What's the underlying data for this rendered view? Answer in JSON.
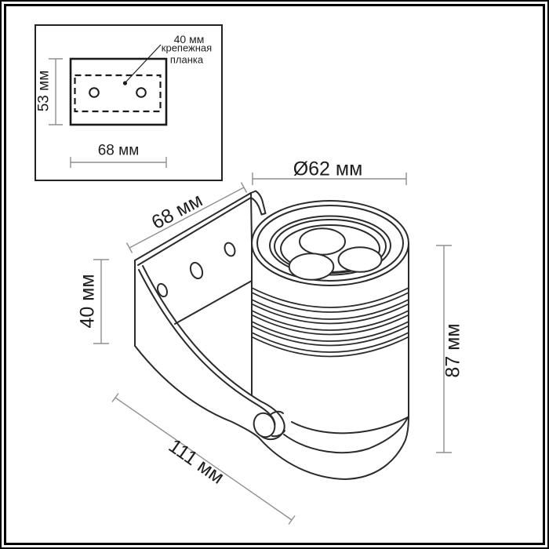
{
  "diagram": {
    "inset": {
      "bar_width_label": "40 мм",
      "caption_line1": "крепежная",
      "caption_line2": "планка",
      "height_label": "53 мм",
      "width_label": "68 мм"
    },
    "main": {
      "diameter_label": "Ø62 мм",
      "bracket_width_label": "68 мм",
      "bracket_height_label": "40 мм",
      "body_height_label": "87 мм",
      "overall_length_label": "111 мм"
    },
    "colors": {
      "outline": "#2b2b2b",
      "dimension_line": "#8f8f8f",
      "text": "#1d1d1d",
      "frame": "#000000",
      "background": "#ffffff"
    }
  }
}
